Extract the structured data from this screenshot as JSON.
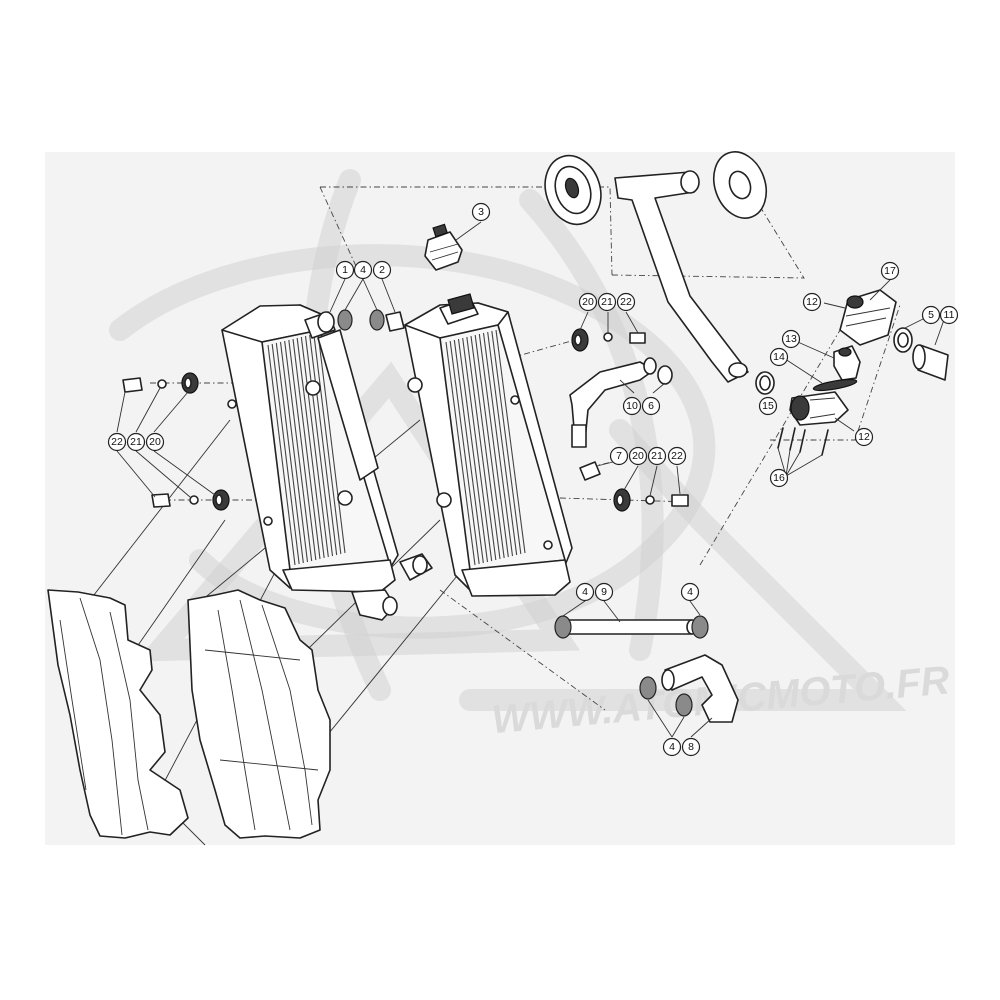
{
  "watermark": {
    "text": "WWW.ATOMICMOTO.FR"
  },
  "callouts": [
    {
      "id": "c3",
      "label": "3"
    },
    {
      "id": "c1",
      "label": "1"
    },
    {
      "id": "c4a",
      "label": "4"
    },
    {
      "id": "c2",
      "label": "2"
    },
    {
      "id": "c20a",
      "label": "20"
    },
    {
      "id": "c21a",
      "label": "21"
    },
    {
      "id": "c22a",
      "label": "22"
    },
    {
      "id": "c17",
      "label": "17"
    },
    {
      "id": "c12a",
      "label": "12"
    },
    {
      "id": "c5",
      "label": "5"
    },
    {
      "id": "c11",
      "label": "11"
    },
    {
      "id": "c13",
      "label": "13"
    },
    {
      "id": "c14",
      "label": "14"
    },
    {
      "id": "c15",
      "label": "15"
    },
    {
      "id": "c12b",
      "label": "12"
    },
    {
      "id": "c16",
      "label": "16"
    },
    {
      "id": "c10",
      "label": "10"
    },
    {
      "id": "c6",
      "label": "6"
    },
    {
      "id": "c22b",
      "label": "22"
    },
    {
      "id": "c21b",
      "label": "21"
    },
    {
      "id": "c20b",
      "label": "20"
    },
    {
      "id": "c7",
      "label": "7"
    },
    {
      "id": "c20c",
      "label": "20"
    },
    {
      "id": "c21c",
      "label": "21"
    },
    {
      "id": "c22c",
      "label": "22"
    },
    {
      "id": "c4b",
      "label": "4"
    },
    {
      "id": "c9",
      "label": "9"
    },
    {
      "id": "c4c",
      "label": "4"
    },
    {
      "id": "c4d",
      "label": "4"
    },
    {
      "id": "c8",
      "label": "8"
    }
  ]
}
